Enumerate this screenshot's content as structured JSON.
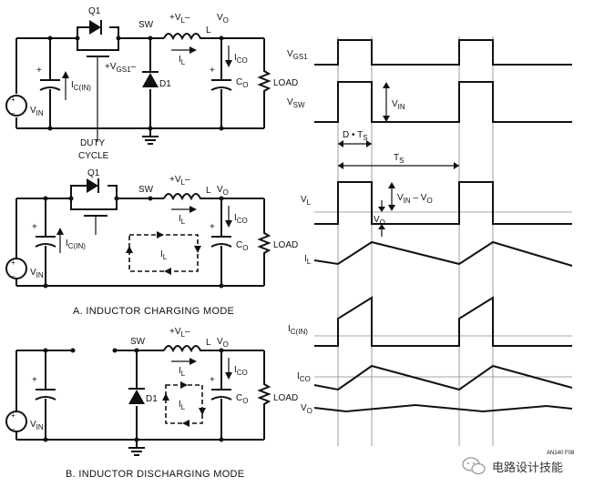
{
  "labels": {
    "q1": "Q1",
    "sw": "SW",
    "vl_sign": "+V",
    "vl_sub": "L",
    "vl_minus": "–",
    "l": "L",
    "vo": "V",
    "o_sub": "O",
    "il": "I",
    "il_sub": "L",
    "ic_in": "I",
    "ic_in_sub": "C(IN)",
    "vgs1": "+V",
    "vgs1_sub": "GS1",
    "vgs1_minus": "–",
    "d1": "D1",
    "ico": "I",
    "ico_sub": "CO",
    "co": "C",
    "co_sub": "O",
    "load": "LOAD",
    "vin": "V",
    "vin_sub": "IN",
    "plus": "+",
    "duty1": "DUTY",
    "duty2": "CYCLE"
  },
  "captions": {
    "charging": "A. INDUCTOR CHARGING MODE",
    "discharging": "B. INDUCTOR DISCHARGING MODE"
  },
  "waveform_labels": {
    "vgs1": "V",
    "vgs1_sub": "GS1",
    "vsw": "V",
    "vsw_sub": "SW",
    "vin": "V",
    "vin_sub": "IN",
    "dts": "D • T",
    "dts_sub": "S",
    "ts": "T",
    "ts_sub": "S",
    "vl": "V",
    "vl_sub": "L",
    "vin_minus_vo": "V",
    "vin_minus_vo_sub1": "IN",
    "vin_minus_vo_mid": " – V",
    "vin_minus_vo_sub2": "O",
    "vo": "V",
    "vo_sub": "O",
    "il": "I",
    "il_sub": "L",
    "ic_in": "I",
    "ic_in_sub": "C(IN)",
    "ico": "I",
    "ico_sub": "CO",
    "vo2": "V",
    "vo2_sub": "O"
  },
  "figure_id": "AN140 F08",
  "watermark": "电路设计技能",
  "colors": {
    "ink": "#111111",
    "grid": "#888888",
    "background": "#ffffff"
  }
}
